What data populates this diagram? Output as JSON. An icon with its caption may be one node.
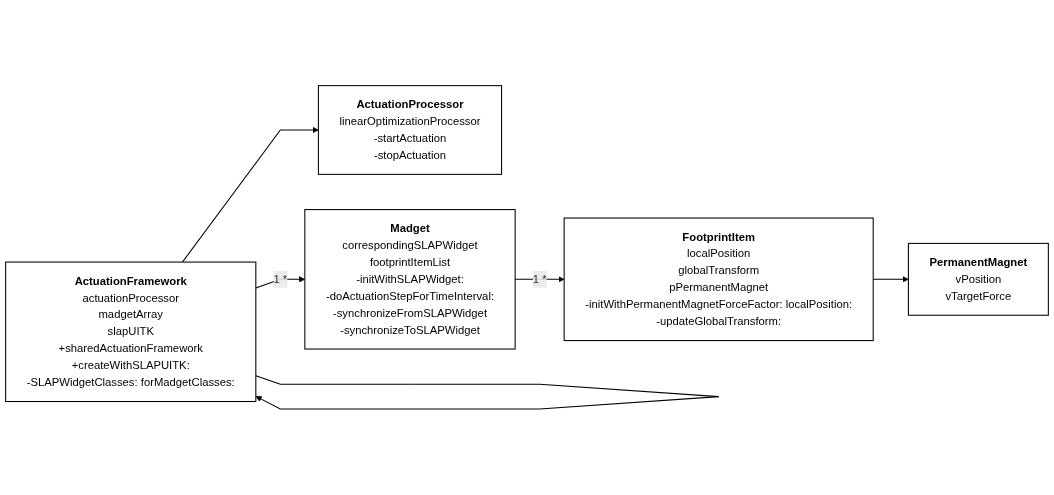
{
  "diagram": {
    "nodes": [
      {
        "text": [
          "ActuationFramework",
          "actuationProcessor",
          "madgetArray",
          "slapUITK",
          "+sharedActuationFramework",
          "+createWithSLAPUITK:",
          "-SLAPWidgetClasses: forMadgetClasses:"
        ]
      },
      {
        "text": [
          "ActuationProcessor",
          "linearOptimizationProcessor",
          "-startActuation",
          "-stopActuation"
        ]
      },
      {
        "text": [
          "Madget",
          "correspondingSLAPWidget",
          "footprintItemList",
          "-initWithSLAPWidget:",
          "-doActuationStepForTimeInterval:",
          "-synchronizeFromSLAPWidget",
          "-synchronizeToSLAPWidget"
        ]
      },
      {
        "text": [
          "FootprintItem",
          "localPosition",
          "globalTransform",
          "pPermanentMagnet",
          "-initWithPermanentMagnetForceFactor: localPosition:",
          "-updateGlobalTransform:"
        ]
      },
      {
        "text": [
          "PermanentMagnet",
          "vPosition",
          "vTargetForce"
        ]
      }
    ],
    "edges": [
      {
        "from": 0,
        "to": 0,
        "arrow": "to"
      },
      {
        "from": 0,
        "to": 1,
        "arrow": "to"
      },
      {
        "from": 0,
        "to": 2,
        "arrow": "to",
        "label": "1 *"
      },
      {
        "from": 2,
        "to": 3,
        "arrow": "to",
        "label": "1 *"
      },
      {
        "from": 3,
        "to": 4,
        "arrow": "to"
      }
    ]
  }
}
